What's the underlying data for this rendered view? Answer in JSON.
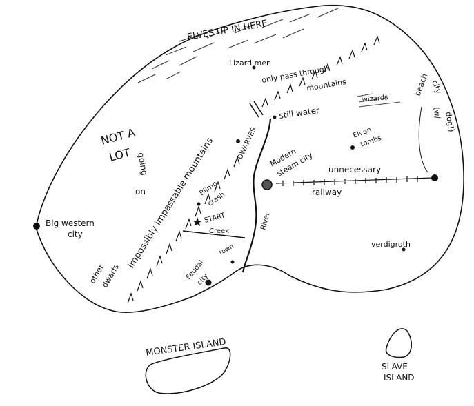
{
  "labels": {
    "elves": "ELVES UP IN HERE",
    "lizard_men": "Lizard men",
    "only_pass": "only pass through",
    "only_pass_2": "mountains",
    "still_water": "still water",
    "wizards": "wizards",
    "beach_city": "beach",
    "beach_city_2": "city",
    "beach_city_3": "(w/",
    "beach_city_4": "dog!)",
    "elven_tombs": "Elven",
    "elven_tombs_2": "tombs",
    "unnecessary": "unnecessary",
    "railway": "railway",
    "modern_city": "Modern",
    "modern_city_2": "steam city",
    "dwarves": "DWARVES",
    "blimp": "Blimp",
    "blimp_2": "crash",
    "start": "START",
    "creek": "Creek",
    "river": "River",
    "town": "town",
    "feudal": "Feudal",
    "feudal_2": "city",
    "verdigroth": "verdigroth",
    "not_a_lot": "NOT A",
    "not_a_lot_2": "LOT",
    "not_a_lot_3": "going",
    "not_a_lot_4": "on",
    "mountains": "Impossibly impassable mountains",
    "big_western": "Big western",
    "big_western_2": "city",
    "other_dwarfs": "other",
    "other_dwarfs_2": "dwarfs",
    "monster_island": "MONSTER ISLAND",
    "slave_island": "SLAVE",
    "slave_island_2": "ISLAND"
  },
  "colors": {
    "ink": "#111111",
    "paper": "#ffffff"
  }
}
